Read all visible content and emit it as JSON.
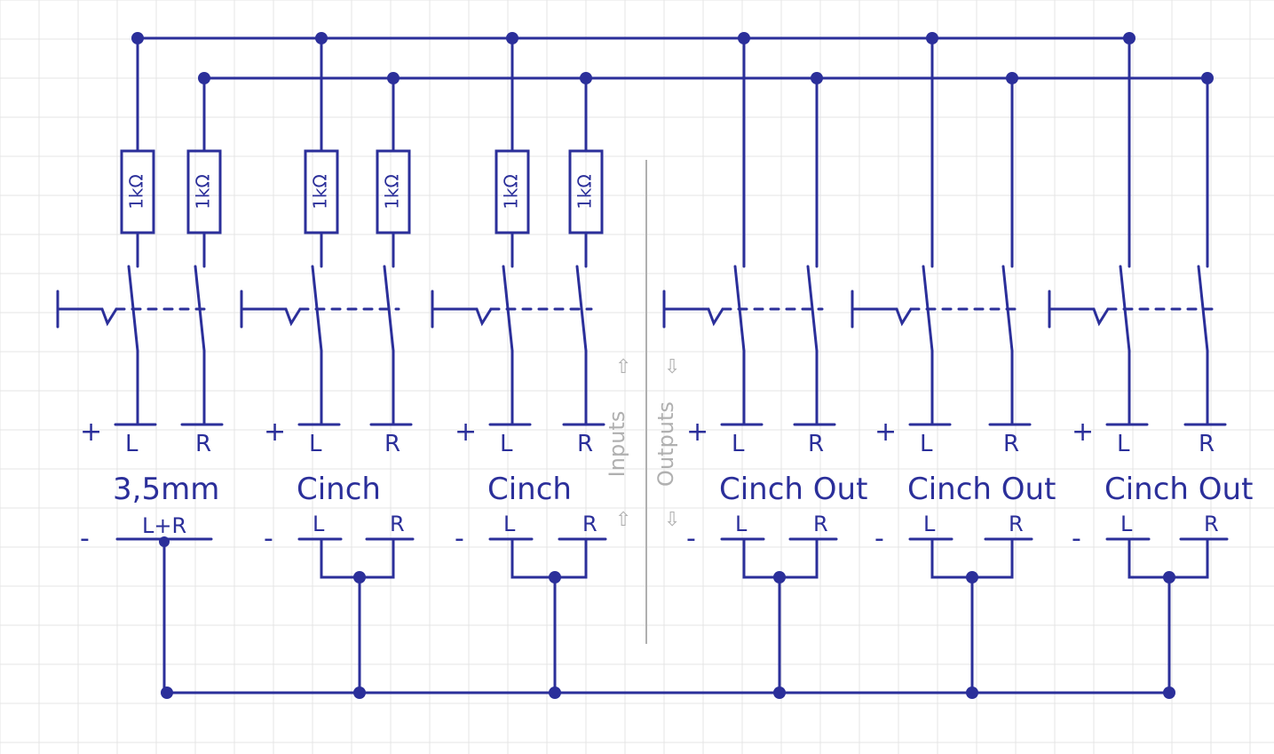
{
  "resistor_label": "1kΩ",
  "plus_sign": "+",
  "minus_sign": "-",
  "channels": [
    {
      "top_left": "L",
      "top_right": "R",
      "name": "3,5mm",
      "bottom_left": "L+R",
      "bottom_right": ""
    },
    {
      "top_left": "L",
      "top_right": "R",
      "name": "Cinch",
      "bottom_left": "L",
      "bottom_right": "R"
    },
    {
      "top_left": "L",
      "top_right": "R",
      "name": "Cinch",
      "bottom_left": "L",
      "bottom_right": "R"
    },
    {
      "top_left": "L",
      "top_right": "R",
      "name": "Cinch Out",
      "bottom_left": "L",
      "bottom_right": "R"
    },
    {
      "top_left": "L",
      "top_right": "R",
      "name": "Cinch Out",
      "bottom_left": "L",
      "bottom_right": "R"
    },
    {
      "top_left": "L",
      "top_right": "R",
      "name": "Cinch Out",
      "bottom_left": "L",
      "bottom_right": "R"
    }
  ],
  "divider": {
    "inputs_label": "Inputs",
    "outputs_label": "Outputs"
  },
  "colors": {
    "ink": "#2b2f9a",
    "grid": "#e4e4e4",
    "divider": "#b0b0b0"
  }
}
